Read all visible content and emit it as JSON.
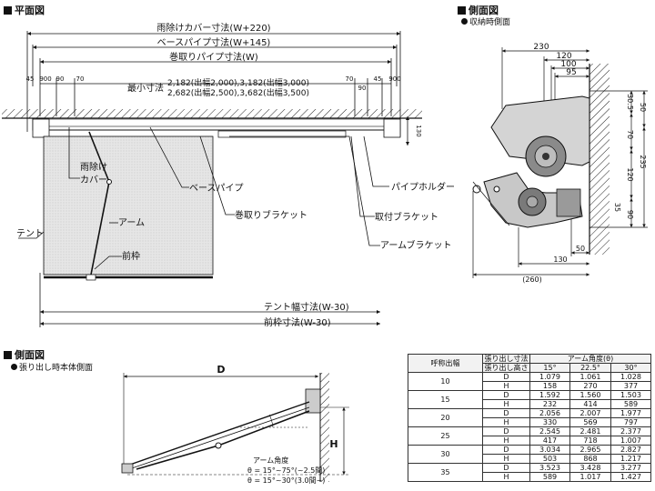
{
  "plan_view": {
    "title": "平面図",
    "dims": {
      "cover": "雨除けカバー寸法(W+220)",
      "base_pipe": "ベースパイプ寸法(W+145)",
      "roll_pipe": "巻取りパイプ寸法(W)",
      "left_45": "45",
      "left_900": "900",
      "left_90": "90",
      "left_70": "70",
      "right_70": "70",
      "right_90": "90",
      "right_45": "45",
      "right_900": "900",
      "min_label": "最小寸法",
      "min_line1": "2,182(出幅2,000),3,182(出幅3,000)",
      "min_line2": "2,682(出幅2,500),3,682(出幅3,500)",
      "height_130": "130",
      "tent_width": "テント幅寸法(W-30)",
      "front_frame": "前枠寸法(W-30)"
    },
    "labels": {
      "rain_cover_1": "雨除け",
      "rain_cover_2": "カバー",
      "base_pipe": "ベースパイプ",
      "tent": "テント",
      "arm": "アーム",
      "front_frame": "前枠",
      "roll_bracket": "巻取りブラケット",
      "pipe_holder": "パイプホルダー",
      "mount_bracket": "取付ブラケット",
      "arm_bracket": "アームブラケット"
    }
  },
  "side_stored": {
    "title": "側面図",
    "subtitle": "収納時側面",
    "dims": {
      "d230": "230",
      "d120": "120",
      "d100": "100",
      "d95": "95",
      "d30_5": "30.5",
      "d50_top": "50",
      "d70": "70",
      "d120_v": "120",
      "d235": "235",
      "d35": "35",
      "d90": "90",
      "d50_bottom": "50",
      "d130": "130",
      "d260": "(260)"
    }
  },
  "side_extended": {
    "title": "側面図",
    "subtitle": "張り出し時本体側面",
    "labels": {
      "D": "D",
      "H": "H",
      "arm_angle": "アーム角度",
      "range1": "θ = 15°~75°(~2.5間)",
      "range2": "θ = 15°~30°(3.0間~)"
    }
  },
  "spec_table": {
    "header": {
      "call_width": "呼称出幅",
      "ext_dim": "張り出し寸法",
      "ext_height": "張り出し高さ",
      "arm_angle": "アーム角度(θ)",
      "angles": [
        "15°",
        "22.5°",
        "30°"
      ]
    },
    "rows": [
      {
        "name": "10",
        "D": [
          "1.079",
          "1.061",
          "1.028"
        ],
        "H": [
          "158",
          "270",
          "377"
        ]
      },
      {
        "name": "15",
        "D": [
          "1.592",
          "1.560",
          "1.503"
        ],
        "H": [
          "232",
          "414",
          "589"
        ]
      },
      {
        "name": "20",
        "D": [
          "2.056",
          "2.007",
          "1.977"
        ],
        "H": [
          "330",
          "569",
          "797"
        ]
      },
      {
        "name": "25",
        "D": [
          "2.545",
          "2.481",
          "2.377"
        ],
        "H": [
          "417",
          "718",
          "1.007"
        ]
      },
      {
        "name": "30",
        "D": [
          "3.034",
          "2.965",
          "2.827"
        ],
        "H": [
          "503",
          "868",
          "1.217"
        ]
      },
      {
        "name": "35",
        "D": [
          "3.523",
          "3.428",
          "3.277"
        ],
        "H": [
          "589",
          "1.017",
          "1.427"
        ]
      }
    ],
    "d_label": "D",
    "h_label": "H"
  }
}
